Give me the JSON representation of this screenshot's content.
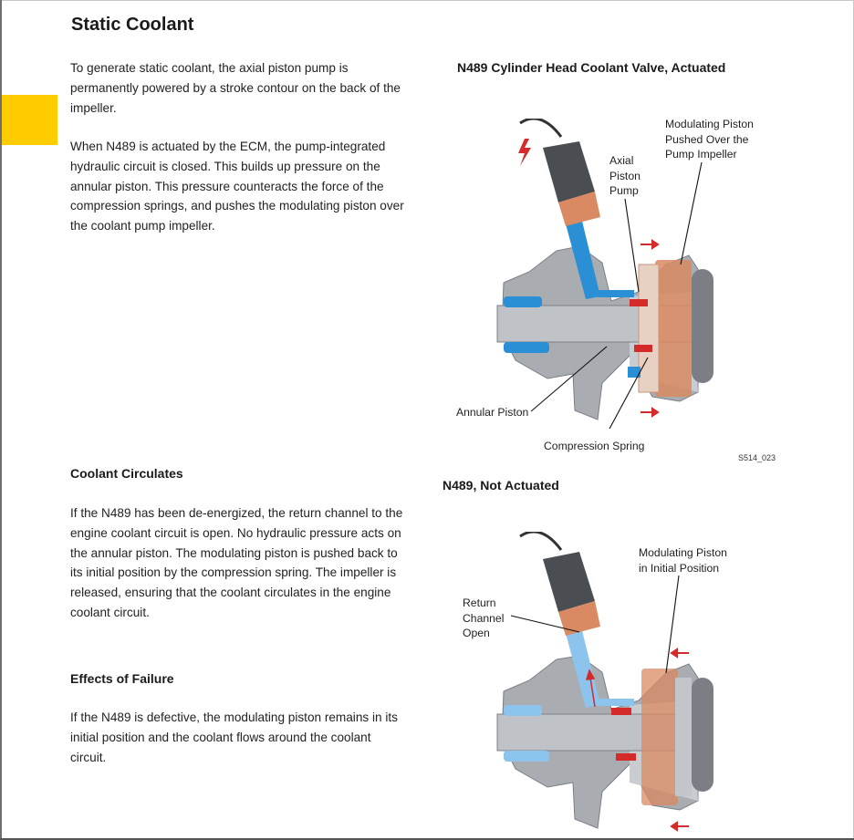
{
  "page": {
    "title": "Static Coolant",
    "static_coolant": {
      "para1": "To generate static coolant, the axial piston pump is permanently powered by a stroke contour on the back of the impeller.",
      "para2": "When N489 is actuated by the ECM, the pump-integrated hydraulic circuit is closed.  This builds up pressure on the annular piston.  This pressure counteracts the force of the compression springs, and pushes the modulating piston over the coolant pump impeller."
    },
    "coolant_circulates": {
      "heading": "Coolant Circulates",
      "para": "If the N489 has been de-energized, the return channel to the engine coolant circuit is open.   No hydraulic pressure acts on the annular piston.  The modulating piston is pushed back to its initial position by the compression spring.  The impeller is released, ensuring that the coolant circulates in the engine coolant circuit."
    },
    "effects_of_failure": {
      "heading": "Effects of Failure",
      "para": "If the N489 is defective, the modulating piston remains in its initial position and the coolant flows around the coolant circuit."
    }
  },
  "figure1": {
    "title": "N489 Cylinder Head Coolant Valve, Actuated",
    "labels": {
      "modulating_piston": "Modulating Piston\nPushed Over the\nPump Impeller",
      "axial_piston_pump": "Axial\nPiston\nPump",
      "annular_piston": "Annular Piston",
      "compression_spring": "Compression Spring"
    },
    "code": "S514_023"
  },
  "figure2": {
    "title": "N489, Not Actuated",
    "labels": {
      "modulating_piston": "Modulating Piston\nin Initial Position",
      "return_channel": "Return\nChannel\nOpen"
    }
  },
  "colors": {
    "tab": "#ffcc00",
    "housing": "#a9adb2",
    "coolant_blue": "#2b8fd6",
    "pressure_red": "#d42a2a",
    "solenoid_dark": "#4a4d52",
    "copper": "#d98a62"
  },
  "icons": {
    "lightning": "lightning-bolt-icon",
    "arrow": "force-arrow-icon"
  }
}
